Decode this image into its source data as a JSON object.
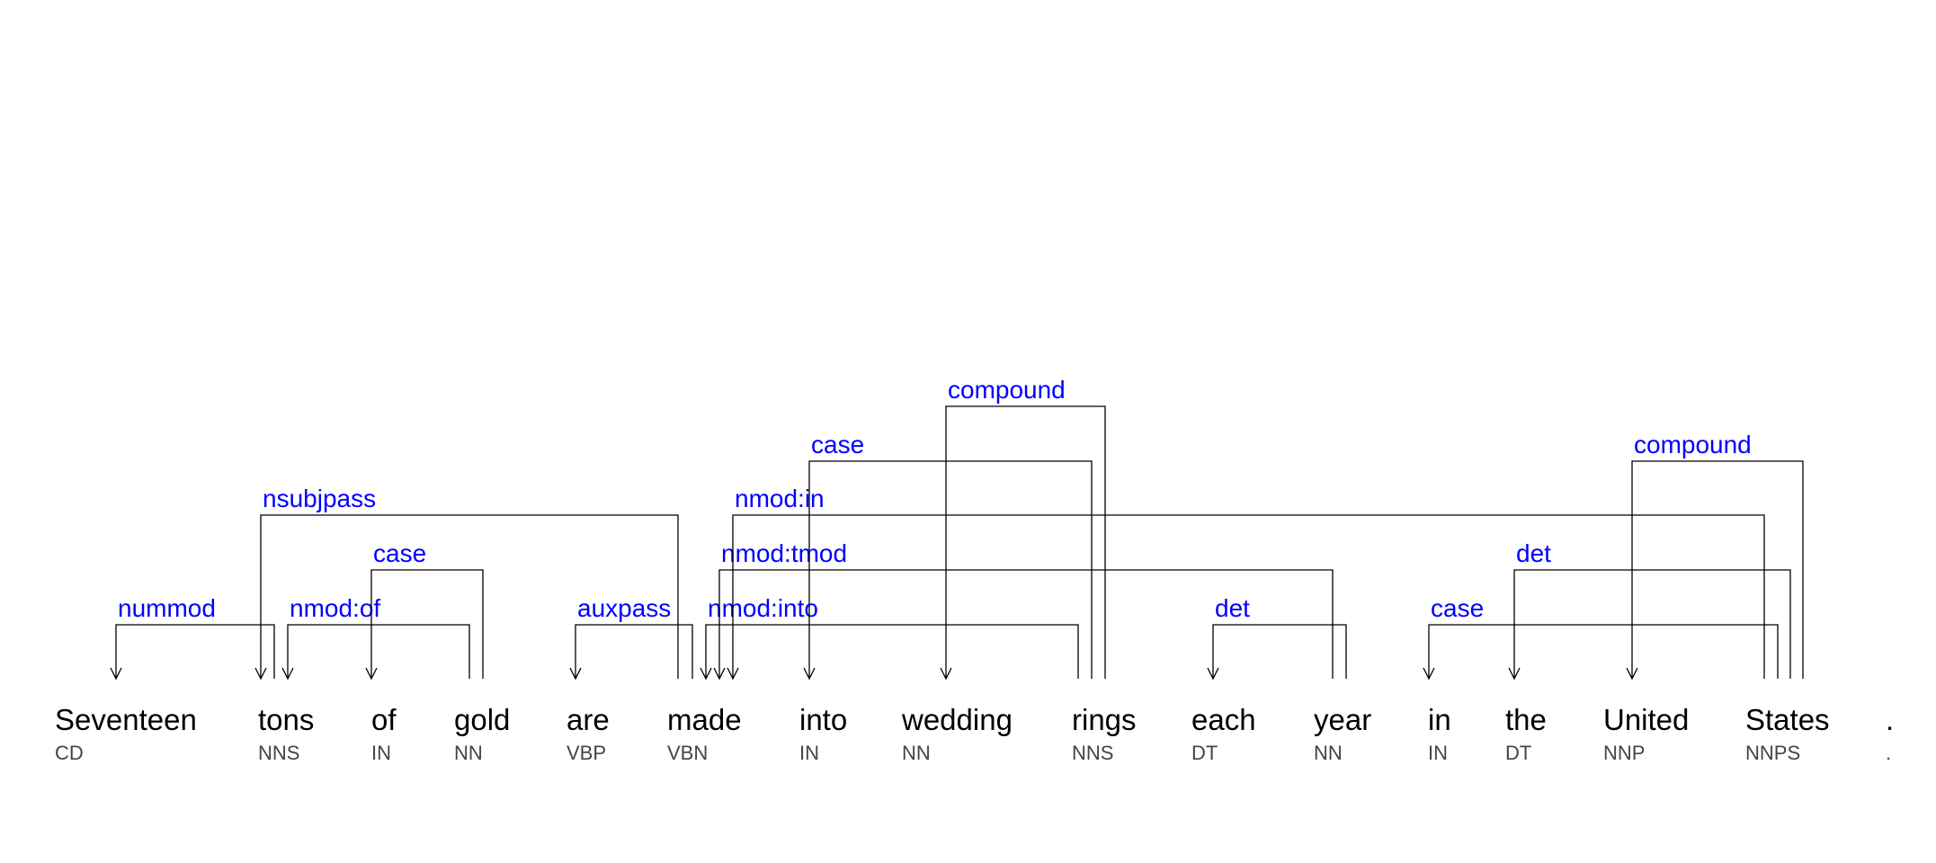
{
  "diagram": {
    "tokens": [
      {
        "word": "Seventeen",
        "tag": "CD"
      },
      {
        "word": "tons",
        "tag": "NNS"
      },
      {
        "word": "of",
        "tag": "IN"
      },
      {
        "word": "gold",
        "tag": "NN"
      },
      {
        "word": "are",
        "tag": "VBP"
      },
      {
        "word": "made",
        "tag": "VBN"
      },
      {
        "word": "into",
        "tag": "IN"
      },
      {
        "word": "wedding",
        "tag": "NN"
      },
      {
        "word": "rings",
        "tag": "NNS"
      },
      {
        "word": "each",
        "tag": "DT"
      },
      {
        "word": "year",
        "tag": "NN"
      },
      {
        "word": "in",
        "tag": "IN"
      },
      {
        "word": "the",
        "tag": "DT"
      },
      {
        "word": "United",
        "tag": "NNP"
      },
      {
        "word": "States",
        "tag": "NNPS"
      },
      {
        "word": ".",
        "tag": "."
      }
    ],
    "arcs": [
      {
        "label": "nummod",
        "head": 1,
        "dep": 0
      },
      {
        "label": "nmod:of",
        "head": 3,
        "dep": 1
      },
      {
        "label": "case",
        "head": 3,
        "dep": 2
      },
      {
        "label": "nsubjpass",
        "head": 5,
        "dep": 1
      },
      {
        "label": "auxpass",
        "head": 5,
        "dep": 4
      },
      {
        "label": "nmod:into",
        "head": 8,
        "dep": 5
      },
      {
        "label": "nmod:tmod",
        "head": 10,
        "dep": 5
      },
      {
        "label": "nmod:in",
        "head": 14,
        "dep": 5
      },
      {
        "label": "case",
        "head": 8,
        "dep": 6
      },
      {
        "label": "compound",
        "head": 8,
        "dep": 7
      },
      {
        "label": "det",
        "head": 10,
        "dep": 9
      },
      {
        "label": "case",
        "head": 14,
        "dep": 11
      },
      {
        "label": "det",
        "head": 14,
        "dep": 12
      },
      {
        "label": "compound",
        "head": 14,
        "dep": 13
      }
    ],
    "colors": {
      "label": "#0000ff",
      "word": "#000000",
      "tag": "#444444",
      "line": "#000000"
    }
  }
}
